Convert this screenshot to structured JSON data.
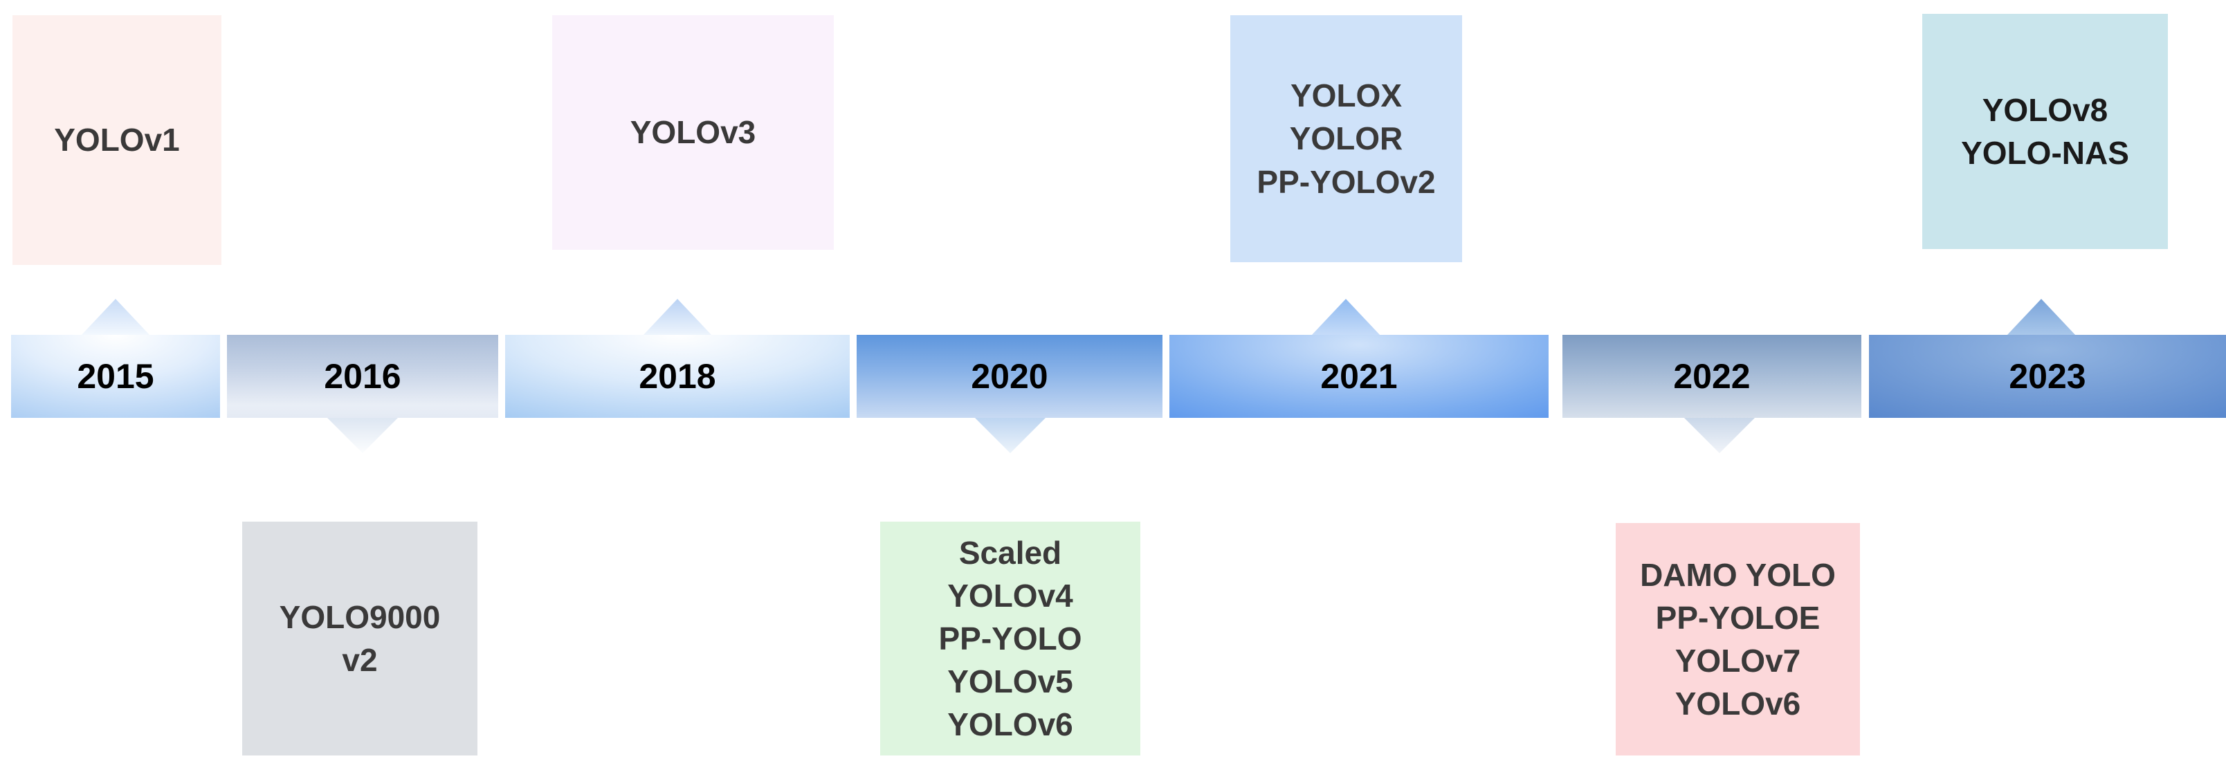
{
  "timeline": {
    "years": [
      {
        "label": "2015",
        "connector": "up"
      },
      {
        "label": "2016",
        "connector": "down"
      },
      {
        "label": "2018",
        "connector": "up"
      },
      {
        "label": "2020",
        "connector": "down"
      },
      {
        "label": "2021",
        "connector": "up"
      },
      {
        "label": "2022",
        "connector": "down"
      },
      {
        "label": "2023",
        "connector": "up"
      }
    ]
  },
  "boxes": {
    "top": [
      {
        "name": "yolov1",
        "lines": [
          "YOLOv1"
        ],
        "fill": "#fdf0ee"
      },
      {
        "name": "yolov3",
        "lines": [
          "YOLOv3"
        ],
        "fill": "#faf2fc"
      },
      {
        "name": "yolox-group",
        "lines": [
          "YOLOX",
          "YOLOR",
          "PP-YOLOv2"
        ],
        "fill": "#cfe2f9"
      },
      {
        "name": "yolov8-group",
        "lines": [
          "YOLOv8",
          "YOLO-NAS"
        ],
        "fill": "#c9e5ec"
      }
    ],
    "bottom": [
      {
        "name": "yolo9000",
        "lines": [
          "YOLO9000",
          "v2"
        ],
        "fill": "#dde0e4"
      },
      {
        "name": "scaled-group",
        "lines": [
          "Scaled",
          "YOLOv4",
          "PP-YOLO",
          "YOLOv5",
          "YOLOv6"
        ],
        "fill": "#def5df"
      },
      {
        "name": "damo-group",
        "lines": [
          "DAMO YOLO",
          "PP-YOLOE",
          "YOLOv7",
          "YOLOv6"
        ],
        "fill": "#fcd8da"
      }
    ]
  },
  "colors": {
    "year_text": "#000000",
    "box_text": "#3a3939",
    "box_text_dark": "#1a1a1a",
    "bar_light_blue": "#8fbcee",
    "bar_gray_blue": "#abbdd8",
    "bar_medium_blue": "#5e96dd",
    "bar_vivid_blue": "#2f74e2",
    "bar_steel_blue": "#7e9cc3",
    "bar_dark_blue": "#2e64b9"
  }
}
